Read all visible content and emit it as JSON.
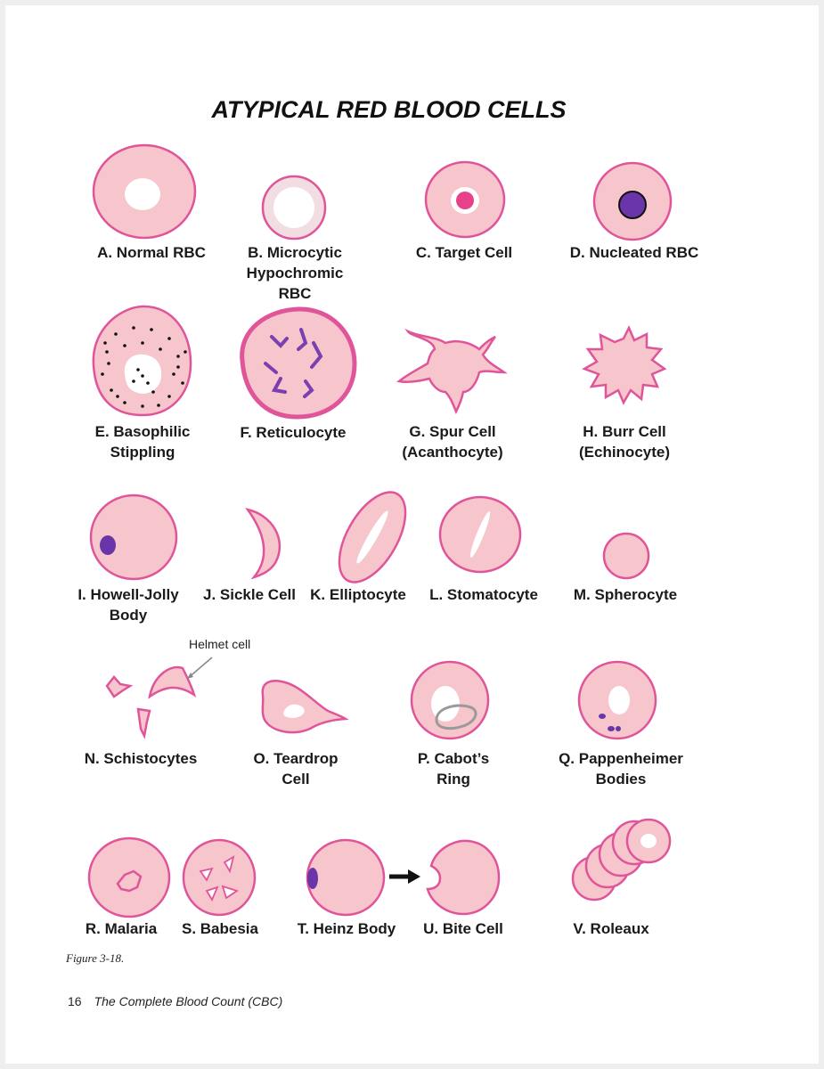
{
  "title": "ATYPICAL RED BLOOD CELLS",
  "cells": {
    "a": "A. Normal RBC",
    "b1": "B. Microcytic",
    "b2": "Hypochromic",
    "b3": "RBC",
    "c": "C. Target Cell",
    "d": "D. Nucleated RBC",
    "e1": "E. Basophilic",
    "e2": "Stippling",
    "f": "F. Reticulocyte",
    "g1": "G. Spur Cell",
    "g2": "(Acanthocyte)",
    "h1": "H. Burr Cell",
    "h2": "(Echinocyte)",
    "i1": "I. Howell-Jolly",
    "i2": "Body",
    "j": "J. Sickle Cell",
    "k": "K. Elliptocyte",
    "l": "L. Stomatocyte",
    "m": "M. Spherocyte",
    "n": "N. Schistocytes",
    "o1": "O. Teardrop",
    "o2": "Cell",
    "p1": "P. Cabot’s",
    "p2": "Ring",
    "q1": "Q. Pappenheimer",
    "q2": "Bodies",
    "r": "R. Malaria",
    "s": "S. Babesia",
    "t": "T. Heinz Body",
    "u": "U. Bite Cell",
    "v": "V. Roleaux"
  },
  "annotation": "Helmet cell",
  "figure_caption": "Figure 3-18.",
  "footer": {
    "page_number": "16",
    "text": "The Complete Blood Count (CBC)"
  },
  "colors": {
    "cell_fill": "#f7c5cc",
    "cell_stroke": "#e0559a",
    "pale_center": "#ffffff",
    "nucleus": "#6a35a8",
    "target_dot": "#e8418a"
  }
}
